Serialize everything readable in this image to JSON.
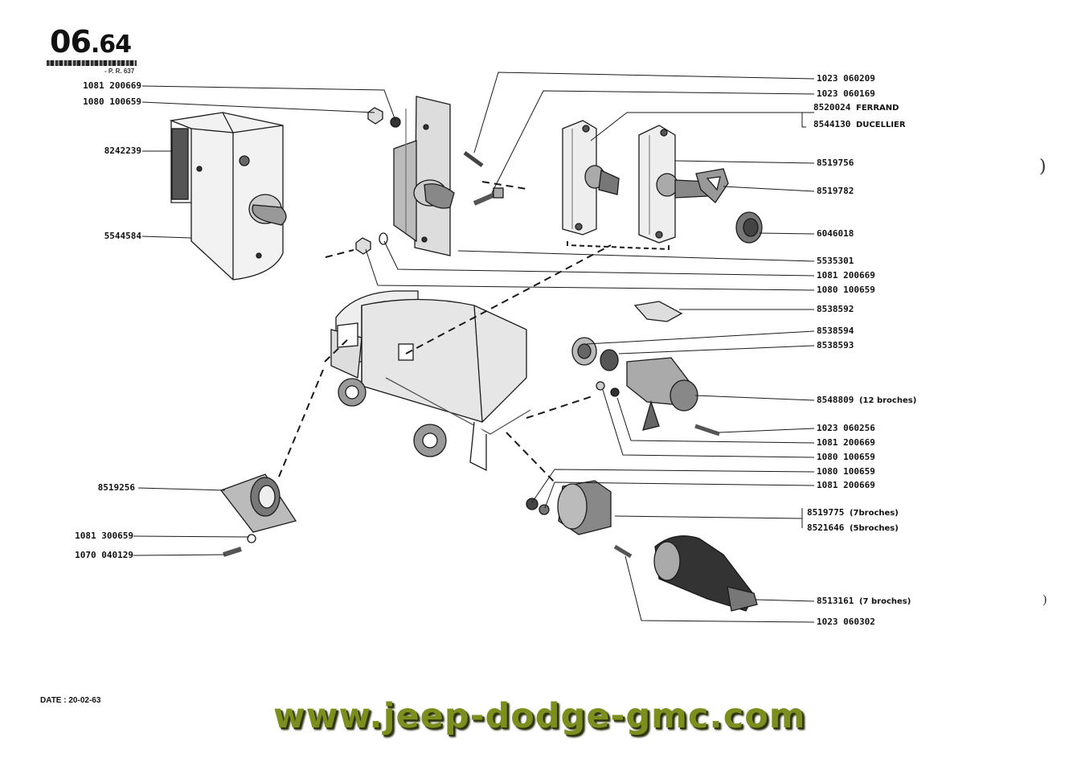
{
  "header": {
    "page_major": "06",
    "page_minor": ".64",
    "reference": "- P. R. 637"
  },
  "parts_left": [
    {
      "code": "1081 200669"
    },
    {
      "code": "1080 100659"
    },
    {
      "code": "8242239"
    },
    {
      "code": "5544584"
    },
    {
      "code": "8519256"
    },
    {
      "code": "1081 300659"
    },
    {
      "code": "1070 040129"
    }
  ],
  "parts_right": [
    {
      "code": "1023 060209",
      "suffix": ""
    },
    {
      "code": "1023 060169",
      "suffix": ""
    },
    {
      "code": "8520024",
      "suffix": "FERRAND"
    },
    {
      "code": "8544130",
      "suffix": "DUCELLIER"
    },
    {
      "code": "8519756",
      "suffix": ""
    },
    {
      "code": "8519782",
      "suffix": ""
    },
    {
      "code": "6046018",
      "suffix": ""
    },
    {
      "code": "5535301",
      "suffix": ""
    },
    {
      "code": "1081 200669",
      "suffix": ""
    },
    {
      "code": "1080 100659",
      "suffix": ""
    },
    {
      "code": "8538592",
      "suffix": ""
    },
    {
      "code": "8538594",
      "suffix": ""
    },
    {
      "code": "8538593",
      "suffix": ""
    },
    {
      "code": "8548809",
      "suffix": "(12 broches)"
    },
    {
      "code": "1023 060256",
      "suffix": ""
    },
    {
      "code": "1081 200669",
      "suffix": ""
    },
    {
      "code": "1080 100659",
      "suffix": ""
    },
    {
      "code": "1080 100659",
      "suffix": ""
    },
    {
      "code": "1081 200669",
      "suffix": ""
    },
    {
      "code": "8519775",
      "suffix": "(7broches)"
    },
    {
      "code": "8521646",
      "suffix": "(5broches)"
    },
    {
      "code": "8513161",
      "suffix": "(7 broches)"
    },
    {
      "code": "1023 060302",
      "suffix": ""
    }
  ],
  "footer": {
    "date": "DATE : 20-02-63",
    "website": "www.jeep-dodge-gmc.com"
  },
  "margin_marks": [
    ")",
    ")"
  ],
  "colors": {
    "ink": "#1a1a1a",
    "website_green": "#7c8f1e"
  }
}
